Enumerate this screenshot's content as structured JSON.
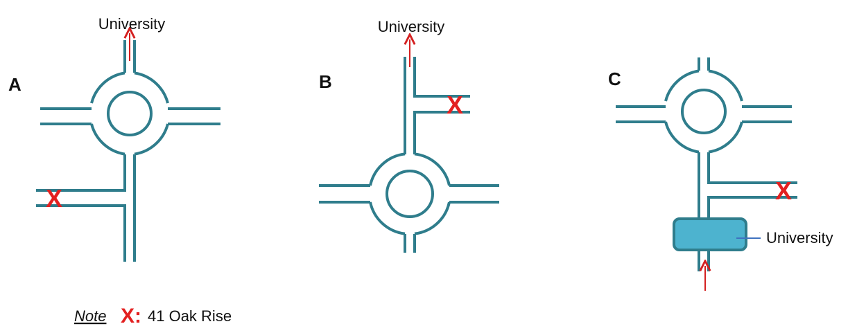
{
  "panels": {
    "a": {
      "label": "A",
      "destination": "University",
      "house_marker": "X"
    },
    "b": {
      "label": "B",
      "destination": "University",
      "house_marker": "X"
    },
    "c": {
      "label": "C",
      "destination": "University",
      "house_marker": "X"
    }
  },
  "legend": {
    "note_label": "Note",
    "marker": "X:",
    "meaning": "41 Oak Rise"
  },
  "colors": {
    "road": "#2f7d8c",
    "university_block": "#4db3cf",
    "marker": "#e32020",
    "arrow": "#d42020"
  }
}
